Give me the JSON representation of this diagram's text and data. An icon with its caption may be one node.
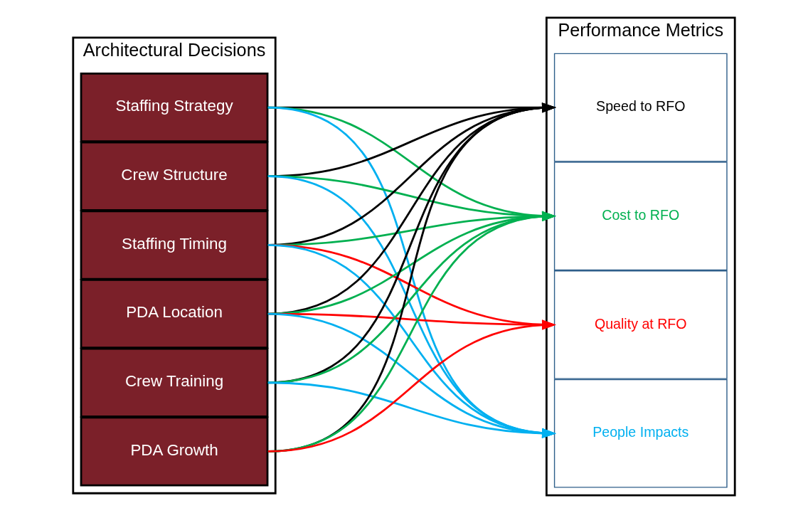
{
  "diagram": {
    "nodes": [
      {
        "text": [
          "Architectural Decisions"
        ]
      },
      {
        "text": [
          "Staffing Strategy"
        ],
        "in": 0
      },
      {
        "text": [
          "Crew Structure"
        ],
        "in": 0
      },
      {
        "text": [
          "Staffing Timing"
        ],
        "in": 0
      },
      {
        "text": [
          "PDA Location"
        ],
        "in": 0
      },
      {
        "text": [
          "Crew Training"
        ],
        "in": 0
      },
      {
        "text": [
          "PDA Growth"
        ],
        "in": 0
      },
      {
        "text": [
          "Performance Metrics"
        ]
      },
      {
        "text": [
          "Speed to RFO"
        ],
        "in": 7
      },
      {
        "text": [
          "Cost to RFO"
        ],
        "in": 7
      },
      {
        "text": [
          "Quality at RFO"
        ],
        "in": 7
      },
      {
        "text": [
          "People Impacts"
        ],
        "in": 7
      }
    ],
    "edges": [
      {
        "from": 1,
        "to": 8,
        "arrow": "to",
        "color": "#000000"
      },
      {
        "from": 1,
        "to": 9,
        "arrow": "to",
        "color": "#00b050"
      },
      {
        "from": 1,
        "to": 11,
        "arrow": "to",
        "color": "#00b0f0"
      },
      {
        "from": 2,
        "to": 8,
        "arrow": "to",
        "color": "#000000"
      },
      {
        "from": 2,
        "to": 9,
        "arrow": "to",
        "color": "#00b050"
      },
      {
        "from": 2,
        "to": 11,
        "arrow": "to",
        "color": "#00b0f0"
      },
      {
        "from": 3,
        "to": 8,
        "arrow": "to",
        "color": "#000000"
      },
      {
        "from": 3,
        "to": 9,
        "arrow": "to",
        "color": "#00b050"
      },
      {
        "from": 3,
        "to": 10,
        "arrow": "to",
        "color": "#ff0000"
      },
      {
        "from": 3,
        "to": 11,
        "arrow": "to",
        "color": "#00b0f0"
      },
      {
        "from": 4,
        "to": 8,
        "arrow": "to",
        "color": "#000000"
      },
      {
        "from": 4,
        "to": 9,
        "arrow": "to",
        "color": "#00b050"
      },
      {
        "from": 4,
        "to": 10,
        "arrow": "to",
        "color": "#ff0000"
      },
      {
        "from": 4,
        "to": 11,
        "arrow": "to",
        "color": "#00b0f0"
      },
      {
        "from": 5,
        "to": 8,
        "arrow": "to",
        "color": "#000000"
      },
      {
        "from": 5,
        "to": 9,
        "arrow": "to",
        "color": "#00b050"
      },
      {
        "from": 5,
        "to": 11,
        "arrow": "to",
        "color": "#00b0f0"
      },
      {
        "from": 6,
        "to": 8,
        "arrow": "to",
        "color": "#000000"
      },
      {
        "from": 6,
        "to": 9,
        "arrow": "to",
        "color": "#00b050"
      },
      {
        "from": 6,
        "to": 10,
        "arrow": "to",
        "color": "#ff0000"
      }
    ]
  }
}
